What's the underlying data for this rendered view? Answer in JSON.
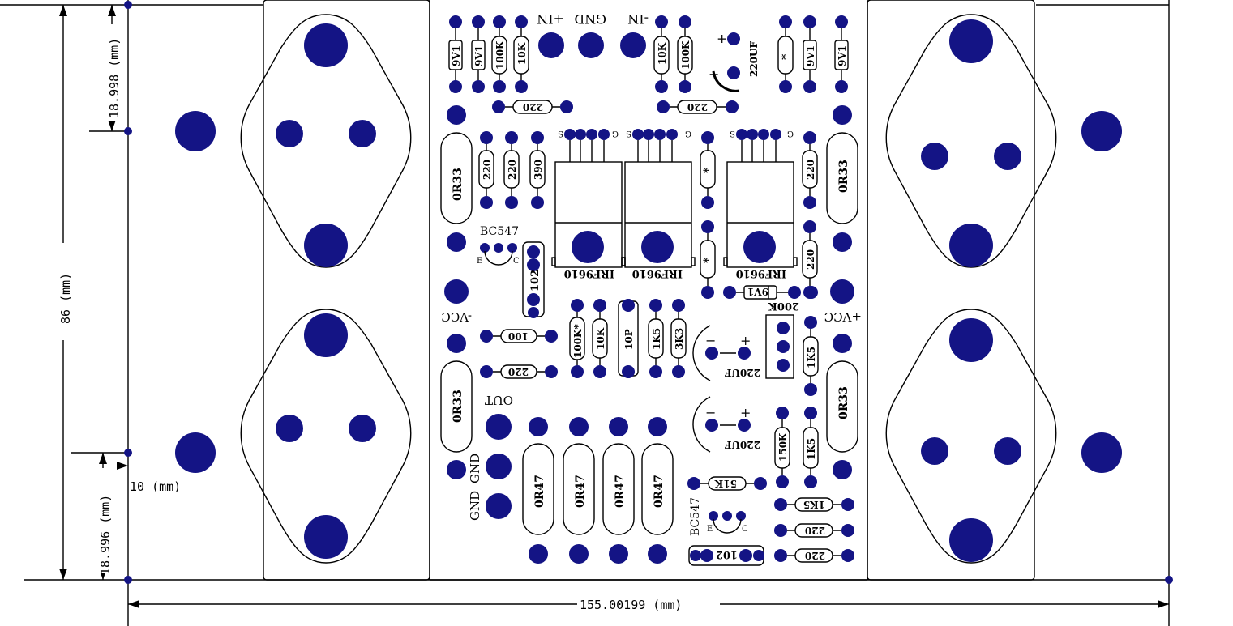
{
  "colors": {
    "pad": "#141485",
    "line": "#000000",
    "background": "#ffffff"
  },
  "dimensions": {
    "width": "155.00199 (mm)",
    "height": "86 (mm)",
    "top_offset": "18.998 (mm)",
    "bottom_offset": "18.996 (mm)",
    "hole_offset": "10 (mm)"
  },
  "labels": {
    "in_plus": "+IN",
    "gnd_top": "GND",
    "in_minus": "-IN",
    "vcc_minus": "-VCC",
    "vcc_plus": "+VCC",
    "out": "OUT",
    "gnd1": "GND",
    "gnd2": "GND",
    "bc547_top": "BC547",
    "bc547_bottom": "BC547",
    "e1": "E",
    "c1": "C",
    "e2": "E",
    "c2": "C",
    "s": "S",
    "g": "G"
  },
  "components": {
    "r_9v1_a": "9V1",
    "r_9v1_b": "9V1",
    "r_100k_a": "100K",
    "r_10k_a": "10K",
    "r_10k_b": "10K",
    "r_100k_b": "100K",
    "c_220uf_top": "220UF",
    "r_star_top": "*",
    "r_9v1_c": "9V1",
    "r_9v1_d": "9V1",
    "r_220_h1": "220",
    "r_220_h2": "220",
    "r_0r33_a": "0R33",
    "r_220_v1": "220",
    "r_220_v2": "220",
    "r_390": "390",
    "q_irf1": "IRF9610",
    "q_irf2": "IRF9610",
    "q_irf3": "IRF9610",
    "r_star_mid1": "*",
    "r_star_mid2": "*",
    "r_220_v3": "220",
    "r_0r33_b": "0R33",
    "r_220_v4": "220",
    "c_102_a": "102",
    "z_9v1_e": "9V1",
    "r_200k": "200K",
    "r_100_h": "100",
    "r_100k_star": "100K*",
    "r_10k_c": "10K",
    "c_10p": "10P",
    "r_1k5_a": "1K5",
    "r_3k3": "3K3",
    "c_220uf_mid": "220UF",
    "r_1k5_b": "1K5",
    "r_220_h3": "220",
    "r_0r33_c": "0R33",
    "r_0r33_d": "0R33",
    "c_220uf_low": "220UF",
    "r_150k": "150K",
    "r_1k5_c": "1K5",
    "r_0r47_a": "0R47",
    "r_0r47_b": "0R47",
    "r_0r47_c": "0R47",
    "r_0r47_d": "0R47",
    "r_51k": "51K",
    "r_1k5_h": "1K5",
    "r_220_h4": "220",
    "r_220_h5": "220",
    "c_102_b": "102"
  }
}
